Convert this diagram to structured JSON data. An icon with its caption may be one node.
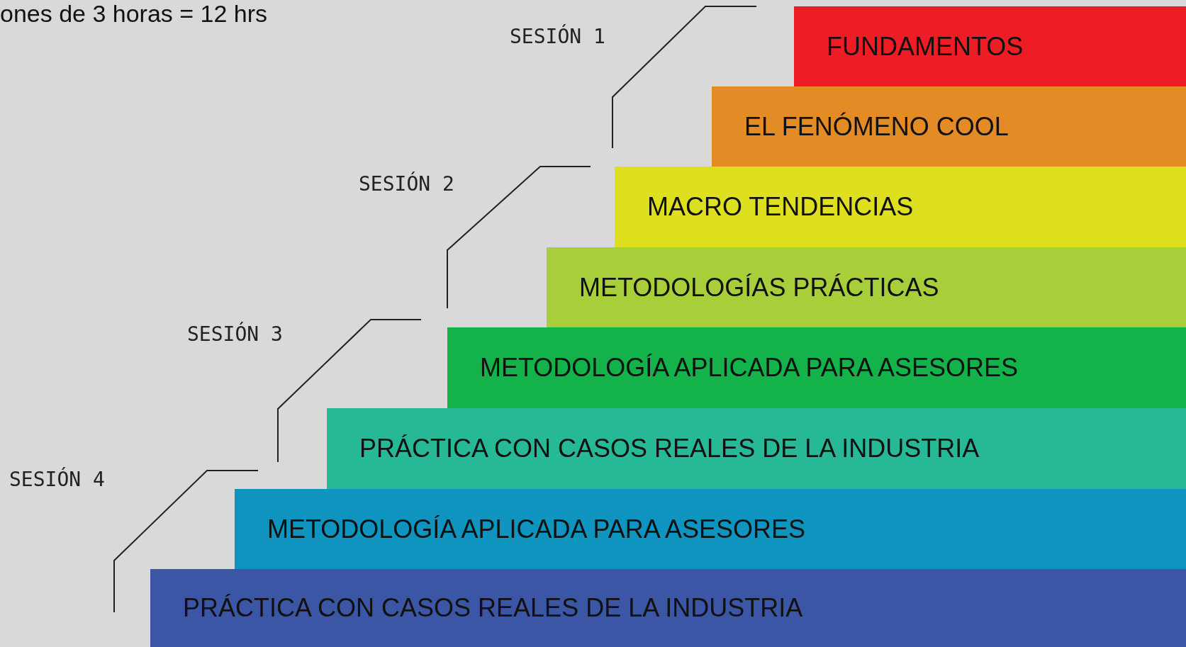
{
  "diagram": {
    "nodes": [
      {
        "text": [
          "FUNDAMENTOS"
        ]
      },
      {
        "text": [
          "EL FENÓMENO COOL"
        ]
      },
      {
        "text": [
          "MACRO TENDENCIAS"
        ]
      },
      {
        "text": [
          "METODOLOGÍAS PRÁCTICAS"
        ]
      },
      {
        "text": [
          "METODOLOGÍA APLICADA PARA ASESORES"
        ]
      },
      {
        "text": [
          "PRÁCTICA CON CASOS REALES DE LA INDUSTRIA"
        ]
      },
      {
        "text": [
          "METODOLOGÍA APLICADA PARA ASESORES"
        ]
      },
      {
        "text": [
          "PRÁCTICA CON CASOS REALES DE LA INDUSTRIA"
        ]
      }
    ],
    "edges": [],
    "labels": [
      "ones de 3 horas = 12 hrs",
      "SESIÓN 1",
      "SESIÓN 2",
      "SESIÓN 3",
      "SESIÓN 4"
    ]
  }
}
